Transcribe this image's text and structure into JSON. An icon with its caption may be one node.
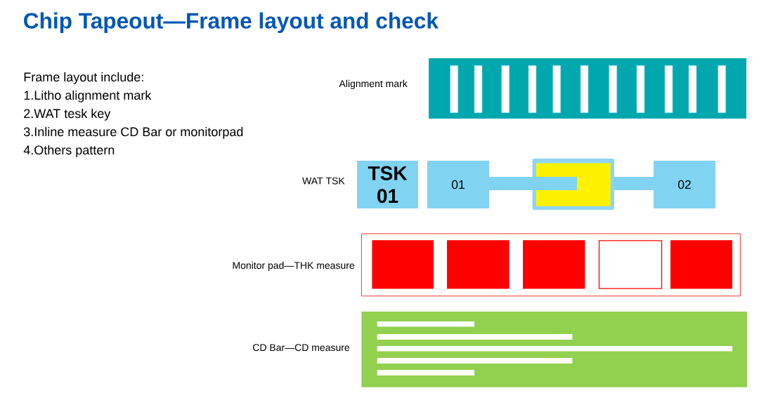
{
  "diagram": {
    "title": "Chip Tapeout—Frame layout and check",
    "nodes": [
      {
        "text": [
          "TSK 01"
        ]
      },
      {
        "text": [
          "01"
        ]
      },
      {
        "text": [
          "02"
        ]
      }
    ],
    "labels": [
      "Frame layout include:",
      "1.Litho alignment mark",
      "2.WAT tesk key",
      "3.Inline measure CD Bar or monitorpad",
      "4.Others pattern",
      "Alignment mark",
      "WAT TSK",
      "Monitor pad—THK measure",
      "CD Bar—CD measure"
    ]
  }
}
